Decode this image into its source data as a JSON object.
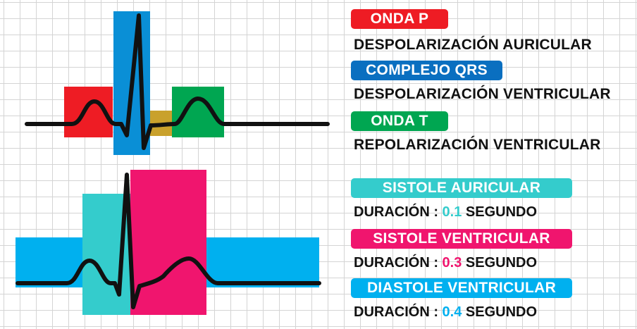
{
  "colors": {
    "onda_p": "#ee1c24",
    "complejo_qrs": "#0a6fc0",
    "qrs_box": "#0a8fd6",
    "st_segment": "#c9a12c",
    "onda_t": "#00a651",
    "sistole_auricular": "#34cccc",
    "sistole_ventricular": "#f0156e",
    "diastole_ventricular": "#00b0ef",
    "trace": "#111111"
  },
  "legend_top": [
    {
      "badge": "ONDA P",
      "desc": "DESPOLARIZACIÓN AURICULAR",
      "color": "#ee1c24"
    },
    {
      "badge": "COMPLEJO QRS",
      "desc": "DESPOLARIZACIÓN VENTRICULAR",
      "color": "#0a6fc0"
    },
    {
      "badge": "ONDA T",
      "desc": "REPOLARIZACIÓN VENTRICULAR",
      "color": "#00a651"
    }
  ],
  "legend_bottom": [
    {
      "badge": "SISTOLE AURICULAR",
      "prefix": "DURACIÓN : ",
      "value": "0.1",
      "suffix": " SEGUNDO",
      "color": "#34cccc"
    },
    {
      "badge": "SISTOLE VENTRICULAR",
      "prefix": "DURACIÓN : ",
      "value": "0.3",
      "suffix": " SEGUNDO",
      "color": "#f0156e"
    },
    {
      "badge": "DIASTOLE VENTRICULAR",
      "prefix": "DURACIÓN : ",
      "value": "0.4",
      "suffix": " SEGUNDO",
      "color": "#00b0ef"
    }
  ]
}
